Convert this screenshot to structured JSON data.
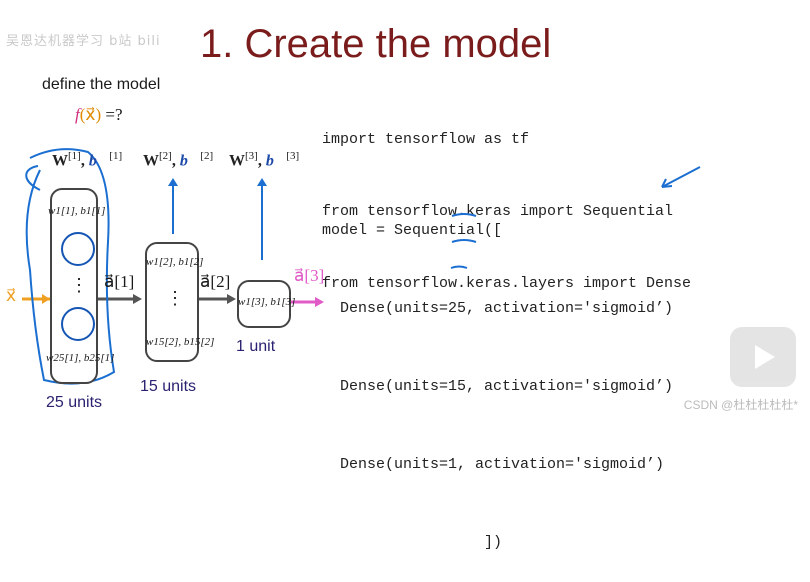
{
  "watermark_top": "吴恩达机器学习 b站 bili",
  "slide": {
    "title": "1. Create the model",
    "define_label": "define the model",
    "f_eq": {
      "f": "f",
      "x": "(x⃗)",
      "rest": " =?"
    }
  },
  "code": {
    "imports": [
      "import tensorflow as tf",
      "from tensorflow.keras import Sequential",
      "from tensorflow.keras.layers import Dense"
    ],
    "model": [
      "model = Sequential([",
      "  Dense(units=25, activation='sigmoid’)",
      "  Dense(units=15, activation='sigmoid’)",
      "  Dense(units=1, activation='sigmoid’)",
      "                  ])"
    ]
  },
  "diagram": {
    "x_label": "x⃗",
    "layers": [
      {
        "w_label": "W",
        "sup": "[1]",
        "b": "b⃗",
        "units": "25 units",
        "top_params": "w1[1], b1[1]",
        "bot_params": "w25[1], b25[1]",
        "a_label": "a⃗[1]"
      },
      {
        "w_label": "W",
        "sup": "[2]",
        "b": "b⃗",
        "units": "15 units",
        "top_params": "w1[2], b1[2]",
        "bot_params": "w15[2], b15[2]",
        "a_label": "a⃗[2]"
      },
      {
        "w_label": "W",
        "sup": "[3]",
        "b": "b⃗",
        "units": "1 unit",
        "top_params": "w1[3], b1[3]",
        "a_label": "a⃗[3]"
      }
    ],
    "colors": {
      "output": "#e05bc8",
      "input": "#f0a020",
      "neuron": "#1556b5",
      "annotation": "#1b6fd1"
    }
  },
  "overlay": {
    "csdn": "CSDN @杜杜杜杜杜*"
  }
}
